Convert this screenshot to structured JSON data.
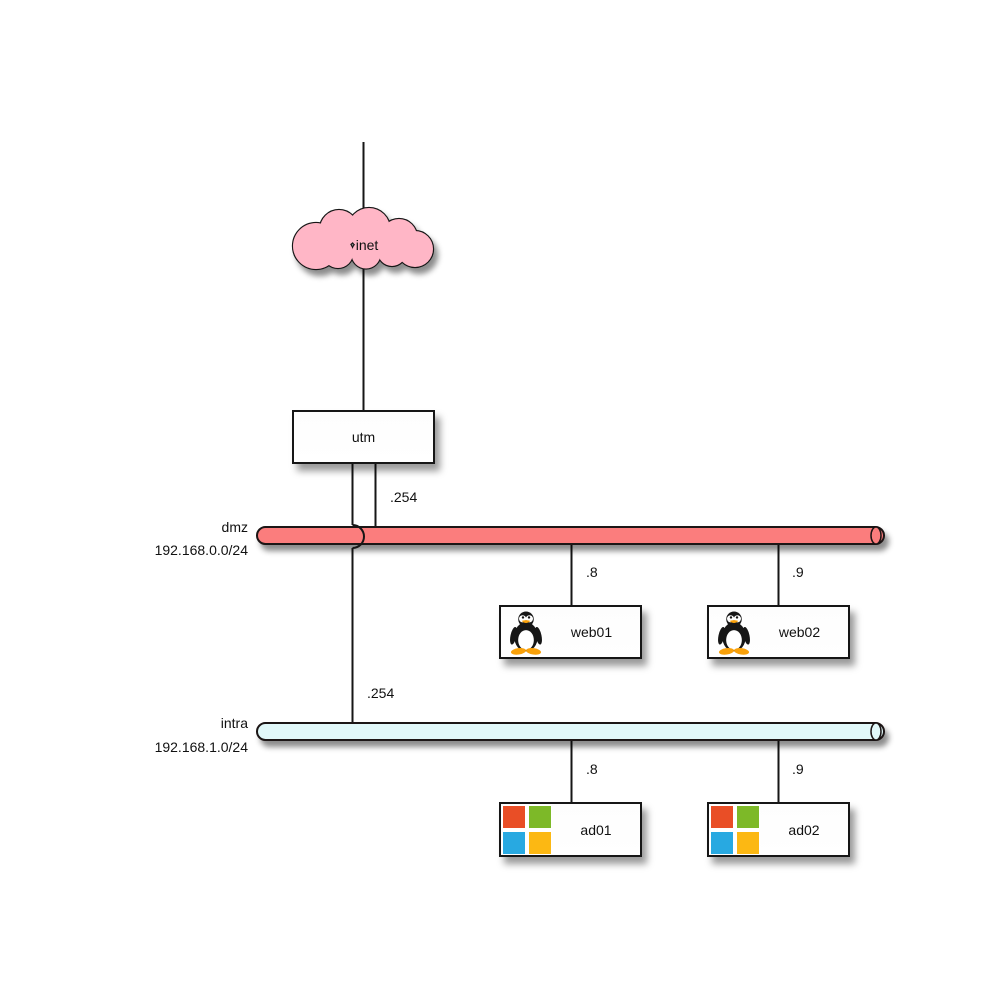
{
  "diagram": {
    "type": "network-topology",
    "internet": {
      "label": "inet",
      "icon": "cloud-icon",
      "fill": "#FFB6C6"
    },
    "firewall": {
      "label": "utm"
    },
    "uplinks": {
      "dmz_interface_ip": ".254",
      "intra_interface_ip": ".254"
    },
    "networks": [
      {
        "name": "dmz",
        "subnet": "192.168.0.0/24",
        "fill": "#FB7D7D"
      },
      {
        "name": "intra",
        "subnet": "192.168.1.0/24",
        "fill": "#E1F8F9"
      }
    ],
    "hosts": [
      {
        "name": "web01",
        "ip": ".8",
        "network": "dmz",
        "os_icon": "tux-linux-icon"
      },
      {
        "name": "web02",
        "ip": ".9",
        "network": "dmz",
        "os_icon": "tux-linux-icon"
      },
      {
        "name": "ad01",
        "ip": ".8",
        "network": "intra",
        "os_icon": "windows-icon"
      },
      {
        "name": "ad02",
        "ip": ".9",
        "network": "intra",
        "os_icon": "windows-icon"
      }
    ],
    "windows_logo_colors": {
      "top_left": "#E94E26",
      "top_right": "#7DB928",
      "bottom_left": "#28A9E1",
      "bottom_right": "#FCB813"
    },
    "tux_colors": {
      "body": "#161616",
      "belly": "#FFFFFF",
      "beak_feet": "#F9A10A"
    }
  }
}
